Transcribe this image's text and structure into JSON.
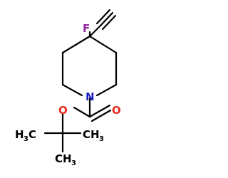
{
  "molecule": {
    "atoms": {
      "fluorine": "F",
      "nitrogen": "N",
      "ester_oxygen": "O",
      "carbonyl_oxygen": "O",
      "methyl_left_c": "C",
      "methyl_left_h": "H",
      "methyl_left_n": "3",
      "methyl_right_c": "C",
      "methyl_right_h": "H",
      "methyl_right_n": "3",
      "methyl_bottom_c": "C",
      "methyl_bottom_h": "H",
      "methyl_bottom_n": "3"
    },
    "colors": {
      "bond": "#000000",
      "fluorine": "#90279d",
      "nitrogen": "#1d1fc7",
      "oxygen": "#e8291b",
      "carbon": "#000000"
    }
  }
}
